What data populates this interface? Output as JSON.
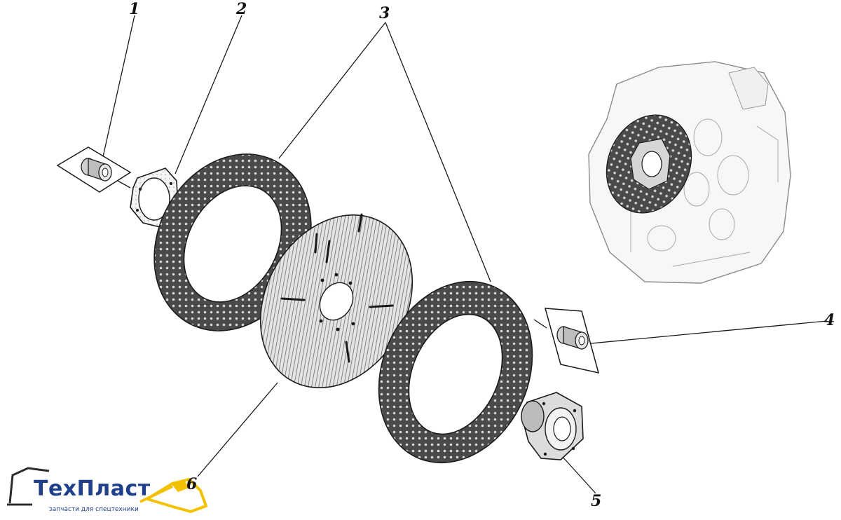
{
  "callouts": [
    {
      "id": "1",
      "label": "1"
    },
    {
      "id": "2",
      "label": "2"
    },
    {
      "id": "3",
      "label": "3"
    },
    {
      "id": "4",
      "label": "4"
    },
    {
      "id": "5",
      "label": "5"
    },
    {
      "id": "6",
      "label": "6"
    }
  ],
  "logo": {
    "name": "ТехПласт",
    "tagline": "запчасти для спецтехники",
    "colors": {
      "text": "#1f3e8c",
      "accent": "#f2c200"
    }
  },
  "colors": {
    "ink": "#1a1a1a",
    "lining": "#3a3a3a",
    "plate": "#cfcfcf",
    "housing": "#8a8a8a"
  }
}
